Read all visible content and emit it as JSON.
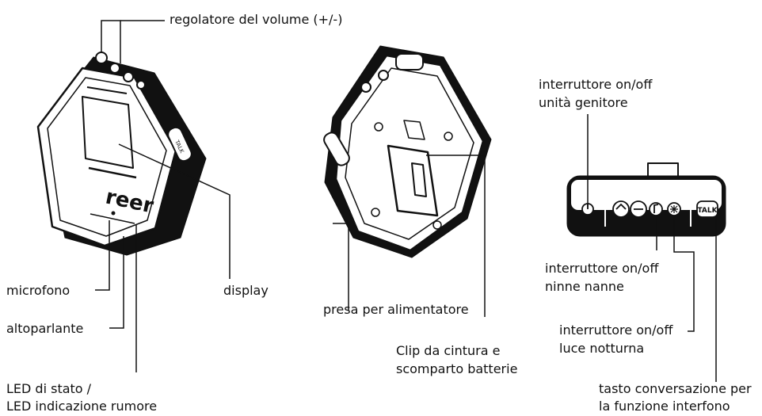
{
  "labels": {
    "volume": "regolatore del volume  (+/-)",
    "microphone": "microfono",
    "speaker": "altoparlante",
    "led_line1": "LED di stato /",
    "led_line2": "LED indicazione rumore",
    "display": "display",
    "power_socket": "presa per alimentatore",
    "clip_line1": "Clip da cintura e",
    "clip_line2": "scomparto batterie",
    "parent_switch_line1": "interruttore on/off",
    "parent_switch_line2": "unità genitore",
    "lullaby_line1": "interruttore on/off",
    "lullaby_line2": "ninne nanne",
    "nightlight_line1": "interruttore on/off",
    "nightlight_line2": "luce notturna",
    "talk_line1": "tasto conversazione per",
    "talk_line2": "la funzione interfono"
  },
  "device": {
    "logo": "reer",
    "side_button": "TALK",
    "talk_key": "TALK"
  },
  "icons": [
    "power-icon",
    "volume-icon",
    "minus-icon",
    "music-note-icon",
    "snowflake-icon",
    "talk-key-icon"
  ]
}
